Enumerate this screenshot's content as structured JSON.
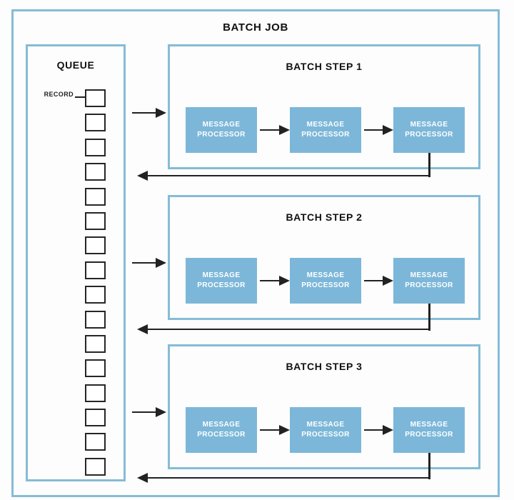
{
  "diagram": {
    "title": "BATCH JOB",
    "queue": {
      "title": "QUEUE",
      "record_label": "RECORD",
      "record_count": 16
    },
    "steps": [
      {
        "label": "BATCH STEP 1",
        "processors": [
          "MESSAGE PROCESSOR",
          "MESSAGE PROCESSOR",
          "MESSAGE PROCESSOR"
        ]
      },
      {
        "label": "BATCH STEP 2",
        "processors": [
          "MESSAGE PROCESSOR",
          "MESSAGE PROCESSOR",
          "MESSAGE PROCESSOR"
        ]
      },
      {
        "label": "BATCH STEP 3",
        "processors": [
          "MESSAGE PROCESSOR",
          "MESSAGE PROCESSOR",
          "MESSAGE PROCESSOR"
        ]
      }
    ],
    "colors": {
      "border_blue": "#85bcd6",
      "processor_fill": "#7cb7d9",
      "line_black": "#222222",
      "background": "#fdfdfd"
    }
  }
}
